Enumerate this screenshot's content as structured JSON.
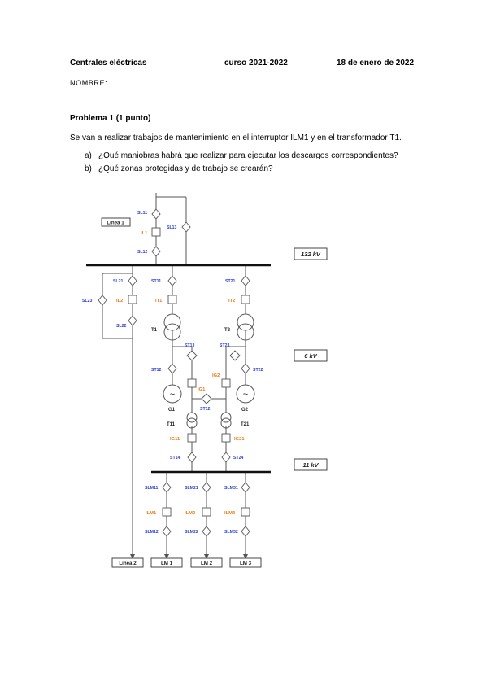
{
  "header": {
    "course_name": "Centrales eléctricas",
    "academic_year": "curso 2021-2022",
    "date": "18 de enero de 2022",
    "name_line": "NOMBRE:……………………………………………………………………………………………………"
  },
  "problem": {
    "title": "Problema 1 (1 punto)",
    "statement": "Se van a realizar trabajos de mantenimiento en el interruptor ILM1 y en el transformador T1.",
    "questions": [
      {
        "label": "a)",
        "text": "¿Qué maniobras habrá que realizar para ejecutar los descargos correspondientes?"
      },
      {
        "label": "b)",
        "text": "¿Qué zonas protegidas y de trabajo se crearán?"
      }
    ]
  },
  "diagram": {
    "colors": {
      "line": "#555555",
      "busbar": "#111111",
      "switch_label": "#2b3fd6",
      "breaker_label": "#f07a1a"
    },
    "busbars": {
      "hv": "132 kV",
      "mv": "6 kV",
      "lv": "11 kV"
    },
    "line1_box": "Linea 1",
    "line2_box": "Linea 2",
    "load_boxes": [
      "LM 1",
      "LM 2",
      "LM 3"
    ],
    "switches": {
      "sl11": "SL11",
      "sl12": "SL12",
      "sl13": "SL13",
      "sl21": "SL21",
      "sl22": "SL22",
      "sl23": "SL23",
      "st11": "ST11",
      "st12": "ST12",
      "st13": "ST13",
      "st14": "ST14",
      "st21": "ST21",
      "st22": "ST22",
      "st23": "ST23",
      "st24": "ST24",
      "st12_tie": "ST12",
      "slm1_top": "SLM11",
      "slm2_top": "SLM21",
      "slm3_top": "SLM31",
      "slm1_bot": "SLM12",
      "slm2_bot": "SLM22",
      "slm3_bot": "SLM32"
    },
    "breakers": {
      "il1": "IL1",
      "il2": "IL2",
      "it1": "IT1",
      "it2": "IT2",
      "ig1": "IG1",
      "ig2": "IG2",
      "ig11": "IG11",
      "ig21": "IG21",
      "ilm1": "ILM1",
      "ilm2": "ILM2",
      "ilm3": "ILM3"
    },
    "equipment": {
      "t1": "T1",
      "t2": "T2",
      "g1": "G1",
      "g2": "G2",
      "t11": "T11",
      "t21": "T21",
      "gen_symbol": "~"
    }
  }
}
